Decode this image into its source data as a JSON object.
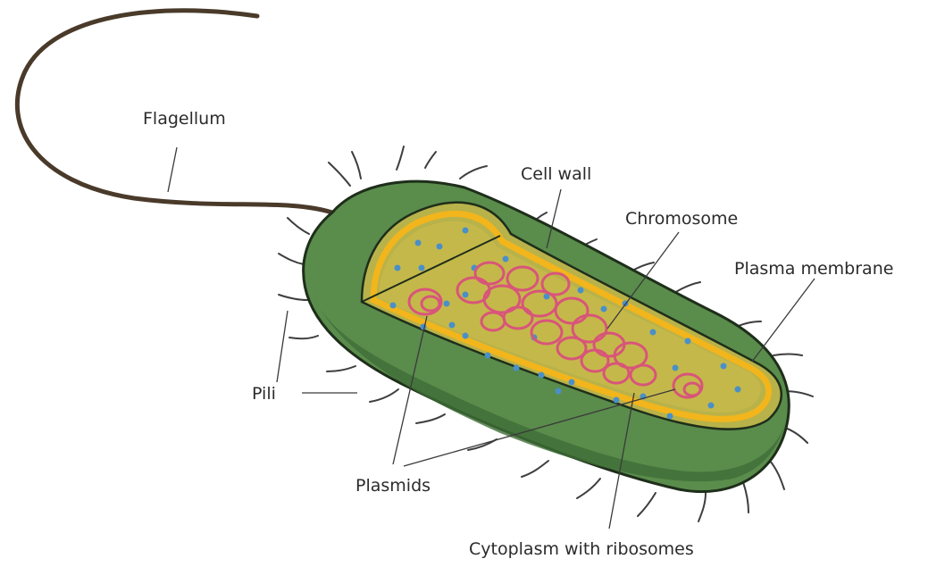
{
  "labels": {
    "flagellum": "Flagellum",
    "cell_wall": "Cell wall",
    "chromosome": "Chromosome",
    "plasma_membrane": "Plasma membrane",
    "pili": "Pili",
    "plasmids": "Plasmids",
    "cytoplasm": "Cytoplasm with ribosomes"
  },
  "colors": {
    "cell_wall_outer": "#5a8c4c",
    "cell_wall_dark": "#3f6e37",
    "membrane": "#f2b51c",
    "cytoplasm": "#c5b84a",
    "chromosome": "#d8557a",
    "ribosome": "#4a90c8",
    "flagellum": "#4a3a2a"
  }
}
